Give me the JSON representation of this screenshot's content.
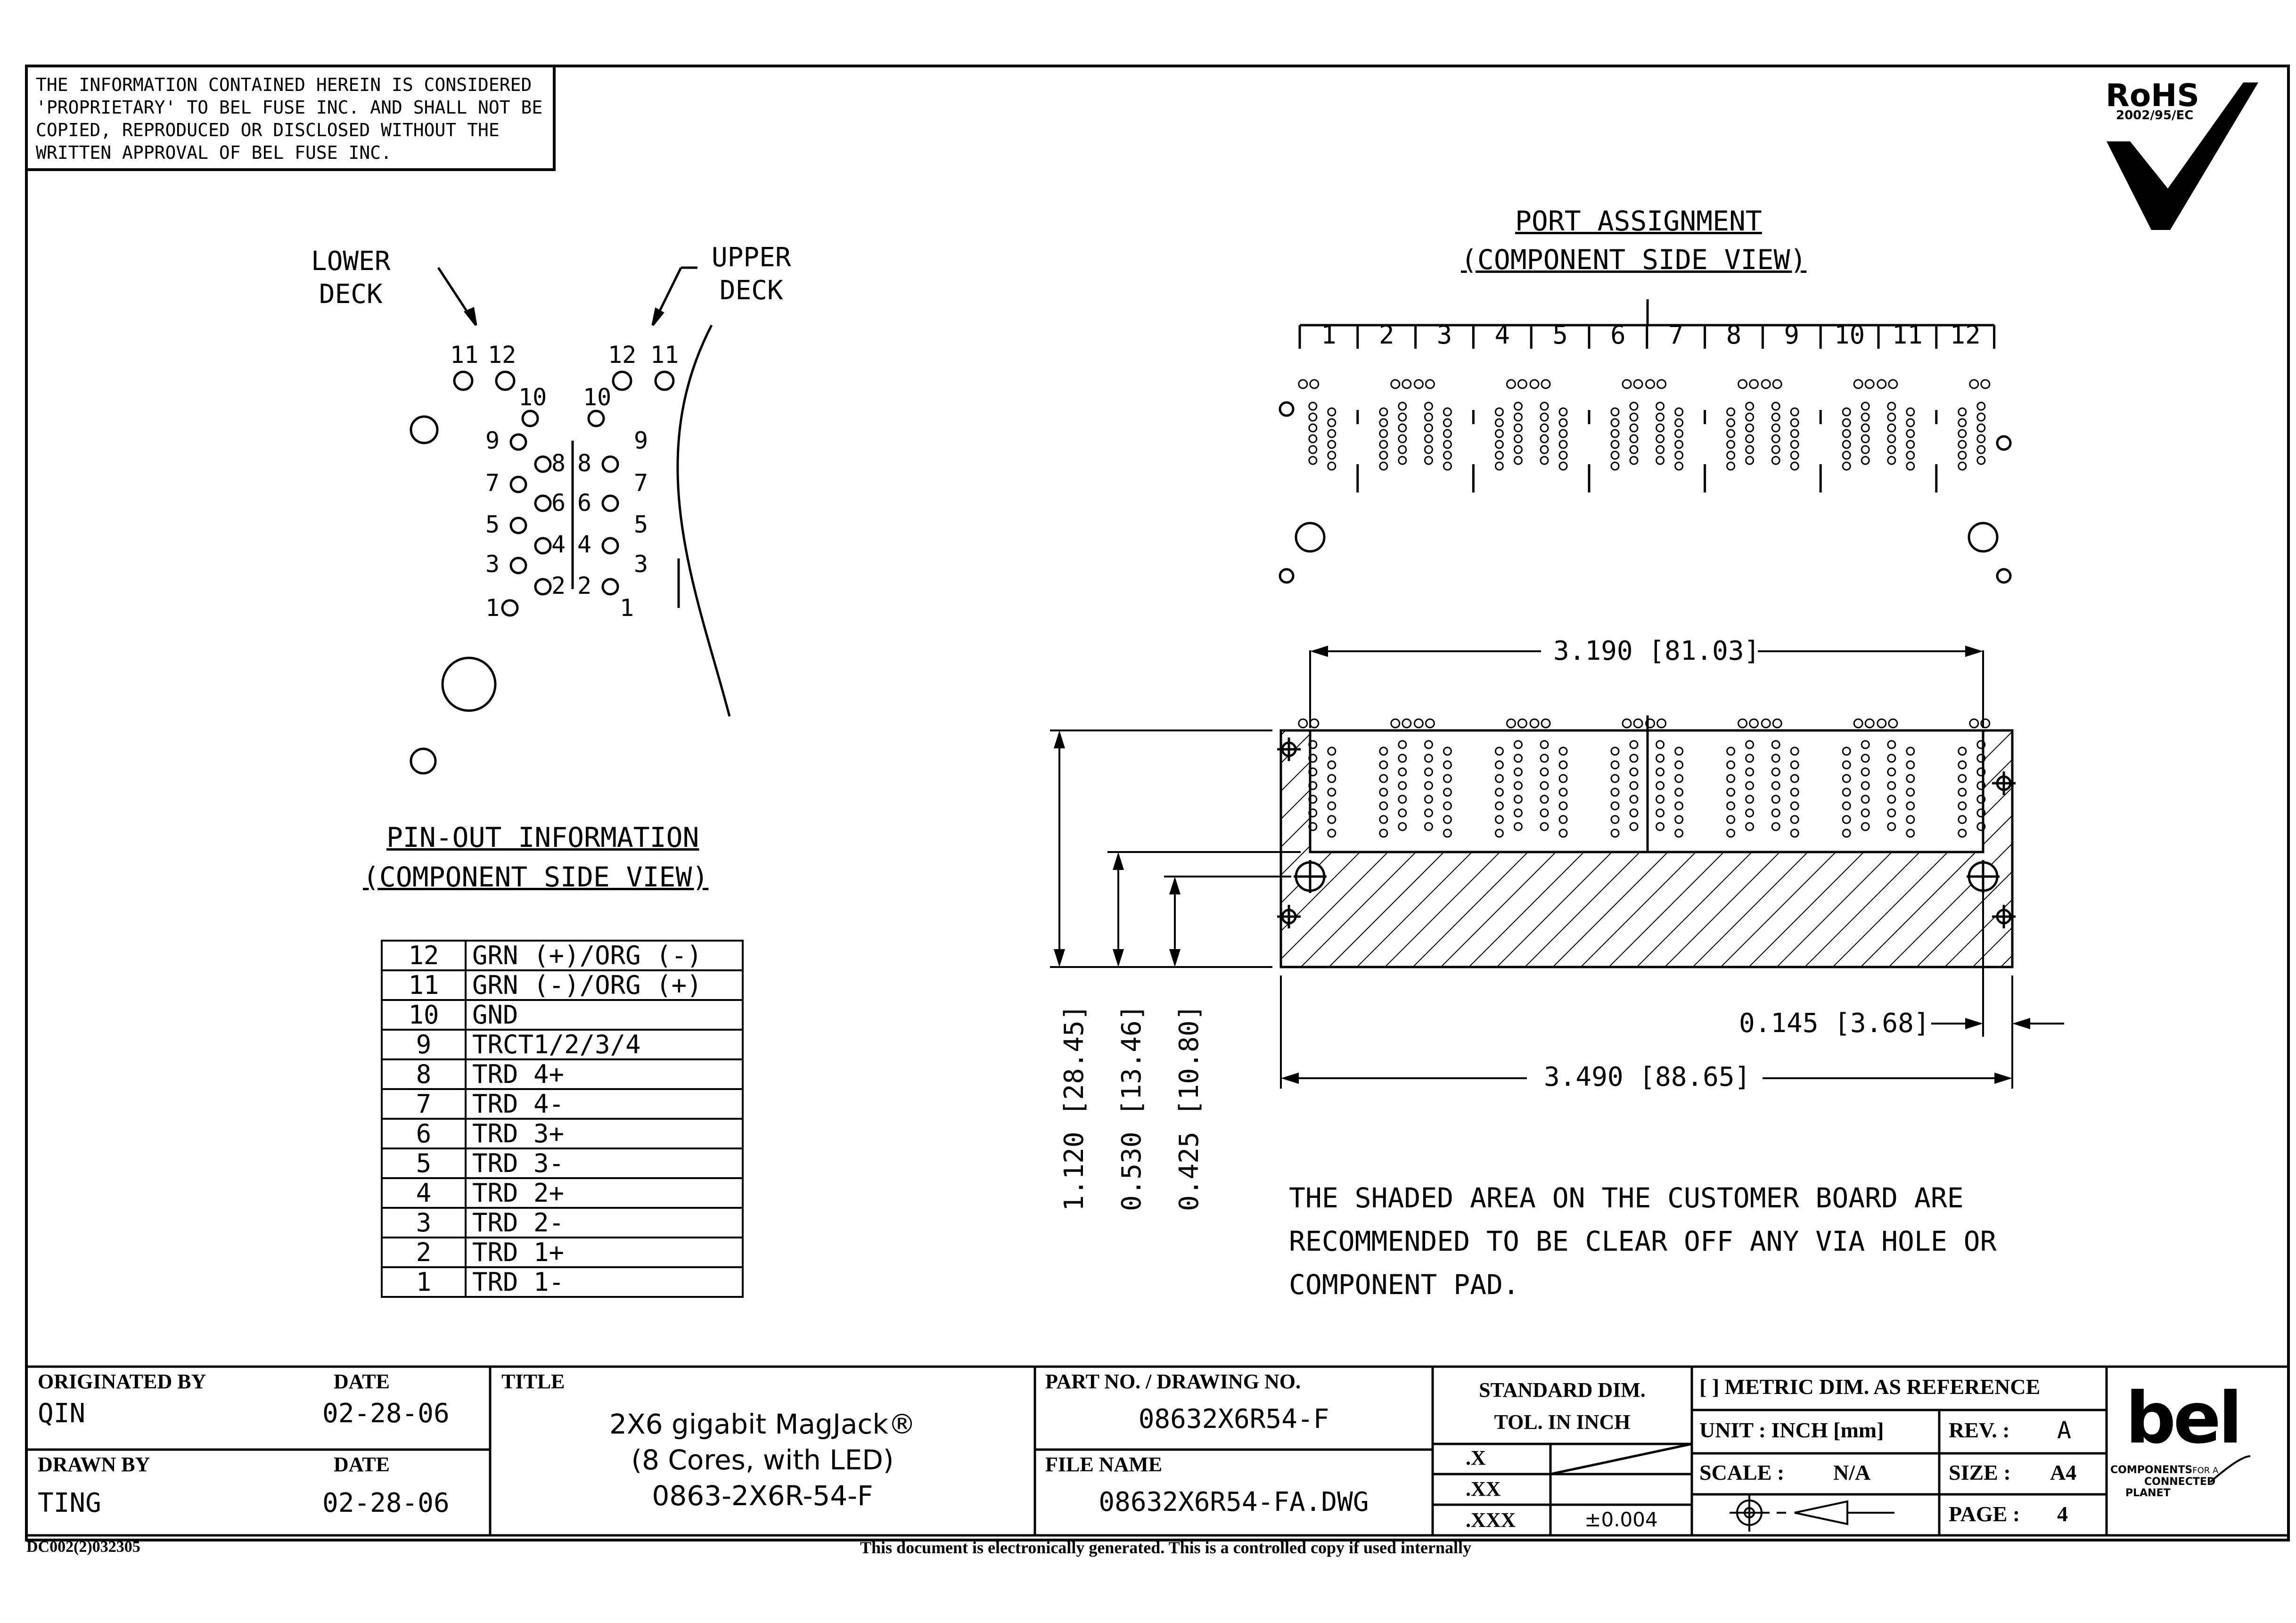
{
  "proprietary_note": [
    "THE INFORMATION CONTAINED HEREIN IS CONSIDERED",
    "'PROPRIETARY' TO BEL FUSE INC. AND SHALL NOT BE",
    "COPIED, REPRODUCED OR DISCLOSED WITHOUT THE",
    "WRITTEN APPROVAL OF BEL FUSE INC."
  ],
  "rohs": {
    "label": "RoHS",
    "directive": "2002/95/EC"
  },
  "left_view": {
    "lower_deck": [
      "LOWER",
      "DECK"
    ],
    "upper_deck": [
      "UPPER",
      "DECK"
    ],
    "pin_labels": [
      "11",
      "12",
      "10",
      "9",
      "8",
      "7",
      "6",
      "5",
      "4",
      "3",
      "2",
      "1"
    ]
  },
  "pinout": {
    "heading": "PIN-OUT INFORMATION",
    "subheading": "(COMPONENT SIDE VIEW)",
    "rows": [
      {
        "pin": "12",
        "signal": "GRN (+)/ORG (-)"
      },
      {
        "pin": "11",
        "signal": "GRN (-)/ORG (+)"
      },
      {
        "pin": "10",
        "signal": "GND"
      },
      {
        "pin": "9",
        "signal": "TRCT1/2/3/4"
      },
      {
        "pin": "8",
        "signal": "TRD 4+"
      },
      {
        "pin": "7",
        "signal": "TRD 4-"
      },
      {
        "pin": "6",
        "signal": "TRD 3+"
      },
      {
        "pin": "5",
        "signal": "TRD 3-"
      },
      {
        "pin": "4",
        "signal": "TRD 2+"
      },
      {
        "pin": "3",
        "signal": "TRD 2-"
      },
      {
        "pin": "2",
        "signal": "TRD 1+"
      },
      {
        "pin": "1",
        "signal": "TRD 1-"
      }
    ]
  },
  "port_assignment": {
    "heading": "PORT ASSIGNMENT",
    "subheading": "(COMPONENT SIDE VIEW)",
    "ports": [
      "1",
      "2",
      "3",
      "4",
      "5",
      "6",
      "7",
      "8",
      "9",
      "10",
      "11",
      "12"
    ]
  },
  "dimensions": {
    "width_pitch": "3.190 [81.03]",
    "overall_width": "3.490 [88.65]",
    "edge_offset": "0.145 [3.68]",
    "height_total": "1.120 [28.45]",
    "height_mid": "0.530 [13.46]",
    "height_low": "0.425 [10.80]"
  },
  "note": [
    "THE SHADED AREA ON THE CUSTOMER BOARD ARE",
    "RECOMMENDED TO BE CLEAR OFF ANY VIA HOLE OR",
    "COMPONENT PAD."
  ],
  "title_block": {
    "originated_by_label": "ORIGINATED BY",
    "originated_by": "QIN",
    "date_label": "DATE",
    "originated_date": "02-28-06",
    "drawn_by_label": "DRAWN BY",
    "drawn_by": "TING",
    "drawn_date": "02-28-06",
    "title_label": "TITLE",
    "title_lines": [
      "2X6 gigabit MagJack®",
      "(8 Cores, with LED)",
      "0863-2X6R-54-F"
    ],
    "part_no_label": "PART NO. / DRAWING NO.",
    "part_no": "08632X6R54-F",
    "file_name_label": "FILE NAME",
    "file_name": "08632X6R54-FA.DWG",
    "std_dim_label": "STANDARD DIM.",
    "tol_label": "TOL. IN INCH",
    "tol_x": ".X",
    "tol_xx": ".XX",
    "tol_xxx": ".XXX",
    "tol_xxx_value": "±0.004",
    "metric_note": "[ ] METRIC DIM. AS REFERENCE",
    "unit": "UNIT : INCH [mm]",
    "rev_label": "REV. :",
    "rev": "A",
    "scale_label": "SCALE :",
    "scale": "N/A",
    "size_label": "SIZE :",
    "size": "A4",
    "page_label": "PAGE :",
    "page": "4",
    "logo_text": "bel",
    "logo_tagline": [
      "COMPONENTS",
      "FOR A",
      "CONNECTED",
      "PLANET"
    ]
  },
  "doc_code": "DC002(2)032305",
  "footer": "This document is electronically generated. This is a controlled copy if used internally"
}
